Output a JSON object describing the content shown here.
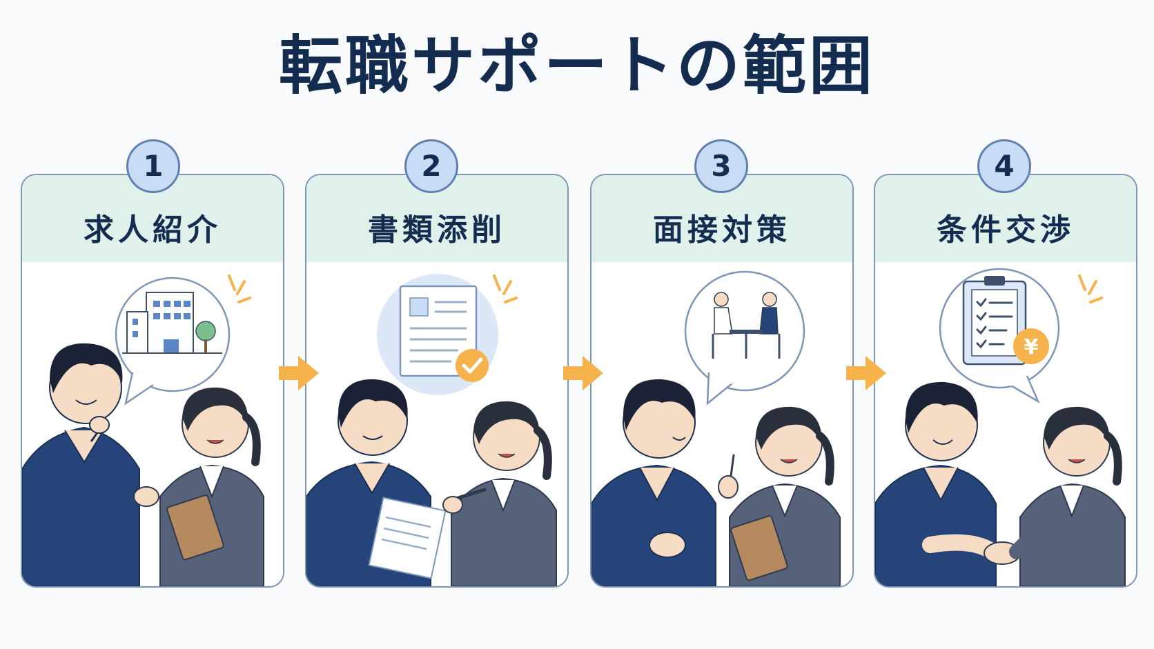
{
  "title": "転職サポートの範囲",
  "steps": [
    {
      "number": "1",
      "label": "求人紹介",
      "illustration": "building-icon"
    },
    {
      "number": "2",
      "label": "書類添削",
      "illustration": "document-check-icon"
    },
    {
      "number": "3",
      "label": "面接対策",
      "illustration": "interview-icon"
    },
    {
      "number": "4",
      "label": "条件交渉",
      "illustration": "clipboard-yen-icon"
    }
  ],
  "colors": {
    "title": "#142c4f",
    "header_bg": "#dff1ea",
    "border": "#7d96b8",
    "badge_bg": "#c9dcf6",
    "arrow": "#f6b24b",
    "scrubs": "#25457a",
    "suit": "#55627a"
  }
}
